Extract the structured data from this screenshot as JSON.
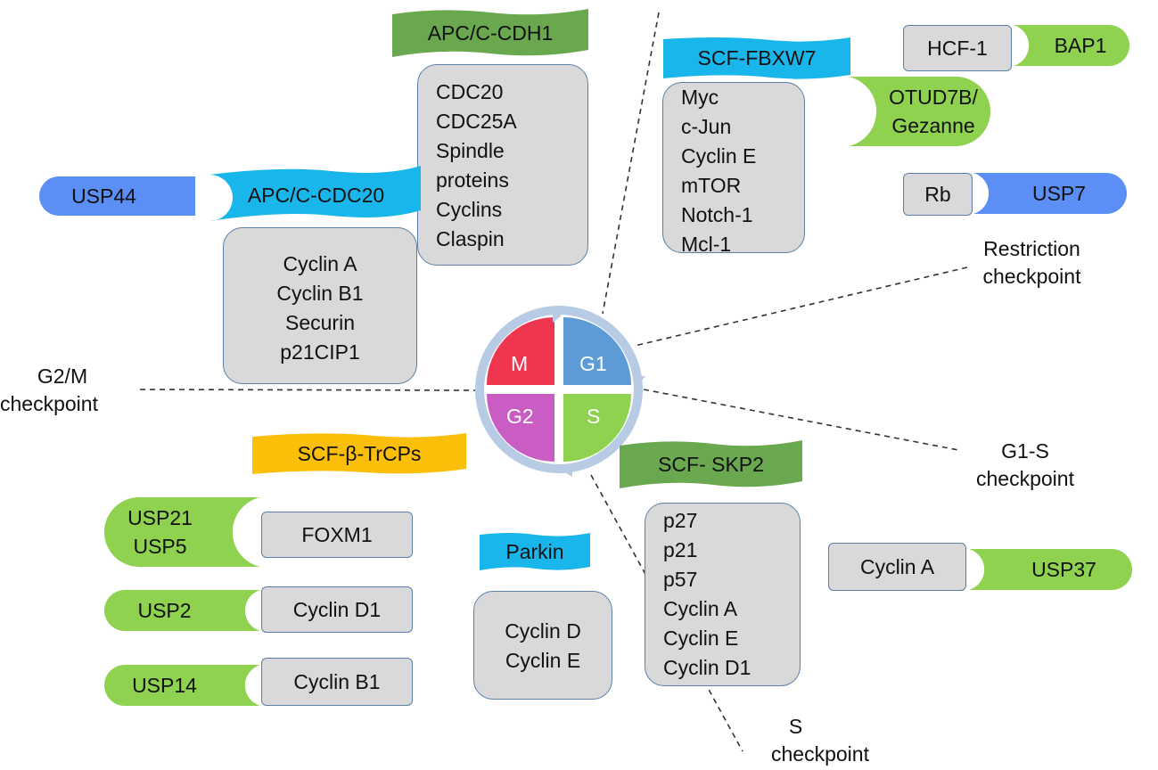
{
  "colors": {
    "box_fill": "#d9d9d9",
    "box_border": "#5b7fa6",
    "green_ligase": "#6aa84f",
    "cyan_ligase": "#19b6ec",
    "yellow_ligase": "#fbbf0a",
    "green_dub": "#8ed24f",
    "blue_dub": "#5b8ff5",
    "phase_M": "#f0354f",
    "phase_G1": "#5c9bd5",
    "phase_S": "#8ed24f",
    "phase_G2": "#c95dc4",
    "ring": "#b8cbe4"
  },
  "cycle": {
    "m": "M",
    "g1": "G1",
    "s": "S",
    "g2": "G2"
  },
  "checkpoints": {
    "g2m": [
      "G2/M",
      "checkpoint"
    ],
    "restriction": [
      "Restriction",
      "checkpoint"
    ],
    "g1s": [
      "G1-S",
      "checkpoint"
    ],
    "s": [
      "S",
      "checkpoint"
    ]
  },
  "ligases": {
    "apc_cdh1": "APC/C-CDH1",
    "apc_cdc20": "APC/C-CDC20",
    "scf_fbxw7": "SCF-FBXW7",
    "scf_btrcp": "SCF-β-TrCPs",
    "parkin": "Parkin",
    "scf_skp2": "SCF- SKP2"
  },
  "substrates": {
    "apc_cdh1": [
      "CDC20",
      "CDC25A",
      "Spindle",
      "proteins",
      "Cyclins",
      "Claspin"
    ],
    "apc_cdc20": [
      "Cyclin A",
      "Cyclin B1",
      "Securin",
      "p21CIP1"
    ],
    "scf_fbxw7": [
      "Myc",
      "c-Jun",
      "Cyclin E",
      "mTOR",
      "Notch-1",
      "Mcl-1"
    ],
    "parkin": [
      "Cyclin D",
      "Cyclin E"
    ],
    "scf_skp2": [
      "p27",
      "p21",
      "p57",
      "Cyclin A",
      "Cyclin E",
      "Cyclin D1"
    ]
  },
  "dub_pairs": {
    "hcf1": "HCF-1",
    "bap1": "BAP1",
    "otud7b": [
      "OTUD7B/",
      "Gezanne"
    ],
    "rb": "Rb",
    "usp7": "USP7",
    "usp44": "USP44",
    "foxm1": "FOXM1",
    "usp21_usp5": [
      "USP21",
      "USP5"
    ],
    "cyclin_d1": "Cyclin D1",
    "usp2": "USP2",
    "cyclin_b1": "Cyclin B1",
    "usp14": "USP14",
    "cyclin_a": "Cyclin A",
    "usp37": "USP37"
  }
}
